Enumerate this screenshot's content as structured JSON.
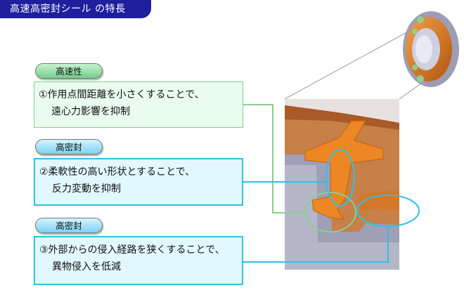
{
  "title": "高速高密封シール の特長",
  "features": [
    {
      "tag": "高速性",
      "line1": "①作用点間距離を小さくすることで、",
      "line2": "遠心力影響を抑制"
    },
    {
      "tag": "高密封",
      "line1": "②柔軟性の高い形状とすることで、",
      "line2": "反力変動を抑制"
    },
    {
      "tag": "高密封",
      "line1": "③外部からの侵入経路を狭くすることで、",
      "line2": "異物侵入を低減"
    }
  ],
  "colors": {
    "title_bg": "#1f1f9e",
    "green_accent": "#8ccf92",
    "blue_accent": "#2fc0e8",
    "seal_orange": "#e8801e",
    "housing_gray": "#a9a9bd"
  }
}
